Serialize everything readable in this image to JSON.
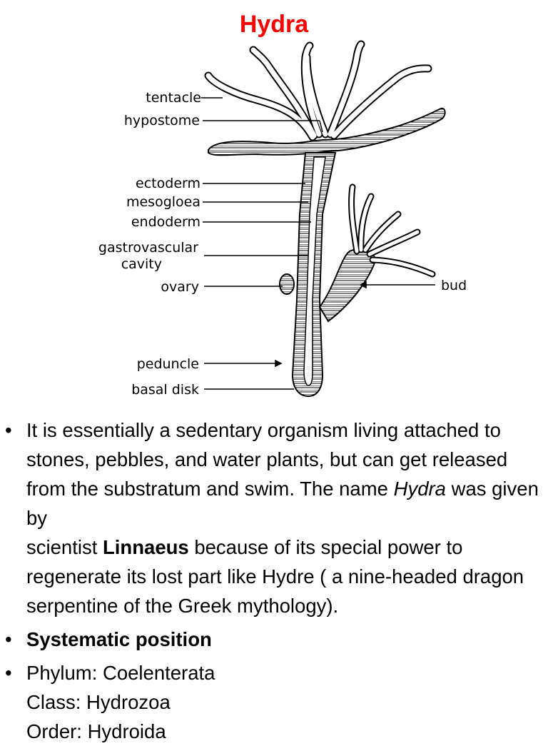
{
  "title": "Hydra",
  "diagram": {
    "labels": {
      "tentacle": "tentacle",
      "hypostome": "hypostome",
      "ectoderm": "ectoderm",
      "mesogloea": "mesogloea",
      "endoderm": "endoderm",
      "gastro_line1": "gastrovascular",
      "gastro_line2": "cavity",
      "ovary": "ovary",
      "peduncle": "peduncle",
      "basal_disk": "basal disk",
      "bud": "bud"
    }
  },
  "content": {
    "bullet_symbol": "•",
    "p1_a": "It is essentially a sedentary organism living attached to stones, pebbles, and water plants, but can get released from the substratum and swim. The name ",
    "p1_hydra": "Hydra",
    "p1_b": " was given by",
    "p1_c": "scientist ",
    "p1_linnaeus": "Linnaeus",
    "p1_d": " because of its special power to regenerate its lost part like Hydre ( a nine-headed dragon serpentine of the Greek mythology).",
    "systematic": "Systematic position",
    "phylum": "Phylum: Coelenterata",
    "class": "Class: Hydrozoa",
    "order": "Order: Hydroida"
  }
}
